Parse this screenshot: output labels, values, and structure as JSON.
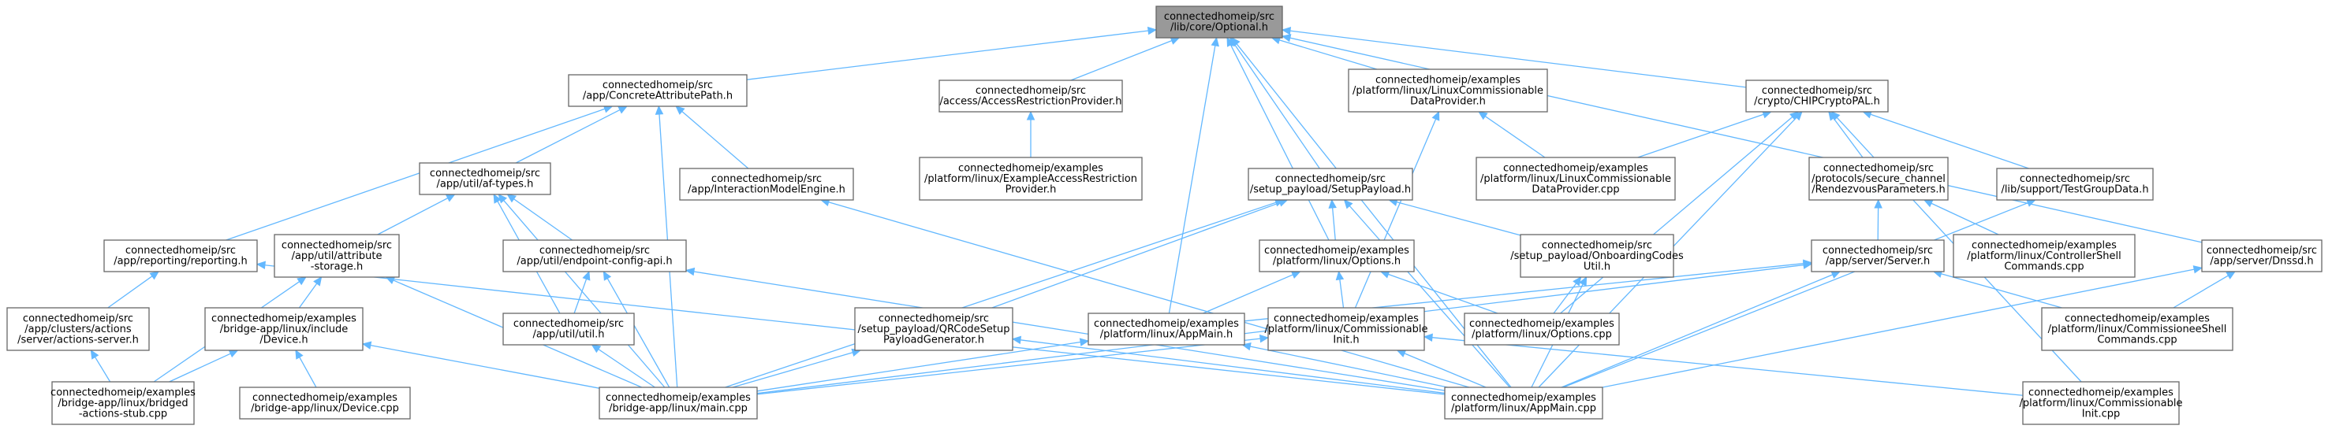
{
  "nodes": [
    {
      "id": "optional",
      "lines": [
        "connectedhomeip/src",
        "/lib/core/Optional.h"
      ],
      "root": true
    },
    {
      "id": "concrete",
      "lines": [
        "connectedhomeip/src",
        "/app/ConcreteAttributePath.h"
      ]
    },
    {
      "id": "accessrp",
      "lines": [
        "connectedhomeip/src",
        "/access/AccessRestrictionProvider.h"
      ]
    },
    {
      "id": "lcdp_h",
      "lines": [
        "connectedhomeip/examples",
        "/platform/linux/LinuxCommissionable",
        "DataProvider.h"
      ]
    },
    {
      "id": "chipcrypto",
      "lines": [
        "connectedhomeip/src",
        "/crypto/CHIPCryptoPAL.h"
      ]
    },
    {
      "id": "aftypes",
      "lines": [
        "connectedhomeip/src",
        "/app/util/af-types.h"
      ]
    },
    {
      "id": "ime",
      "lines": [
        "connectedhomeip/src",
        "/app/InteractionModelEngine.h"
      ]
    },
    {
      "id": "exaccess",
      "lines": [
        "connectedhomeip/examples",
        "/platform/linux/ExampleAccessRestriction",
        "Provider.h"
      ]
    },
    {
      "id": "setuppayload",
      "lines": [
        "connectedhomeip/src",
        "/setup_payload/SetupPayload.h"
      ]
    },
    {
      "id": "lcdp_cpp",
      "lines": [
        "connectedhomeip/examples",
        "/platform/linux/LinuxCommissionable",
        "DataProvider.cpp"
      ]
    },
    {
      "id": "rendezvous",
      "lines": [
        "connectedhomeip/src",
        "/protocols/secure_channel",
        "/RendezvousParameters.h"
      ]
    },
    {
      "id": "testgroup",
      "lines": [
        "connectedhomeip/src",
        "/lib/support/TestGroupData.h"
      ]
    },
    {
      "id": "reporting",
      "lines": [
        "connectedhomeip/src",
        "/app/reporting/reporting.h"
      ]
    },
    {
      "id": "attrstorage",
      "lines": [
        "connectedhomeip/src",
        "/app/util/attribute",
        "-storage.h"
      ]
    },
    {
      "id": "endpointcfg",
      "lines": [
        "connectedhomeip/src",
        "/app/util/endpoint-config-api.h"
      ]
    },
    {
      "id": "options_h",
      "lines": [
        "connectedhomeip/examples",
        "/platform/linux/Options.h"
      ]
    },
    {
      "id": "onboarding",
      "lines": [
        "connectedhomeip/src",
        "/setup_payload/OnboardingCodes",
        "Util.h"
      ]
    },
    {
      "id": "server",
      "lines": [
        "connectedhomeip/src",
        "/app/server/Server.h"
      ]
    },
    {
      "id": "ctrlshell",
      "lines": [
        "connectedhomeip/examples",
        "/platform/linux/ControllerShell",
        "Commands.cpp"
      ]
    },
    {
      "id": "dnssd",
      "lines": [
        "connectedhomeip/src",
        "/app/server/Dnssd.h"
      ]
    },
    {
      "id": "actionsserver",
      "lines": [
        "connectedhomeip/src",
        "/app/clusters/actions",
        "/server/actions-server.h"
      ]
    },
    {
      "id": "device_h",
      "lines": [
        "connectedhomeip/examples",
        "/bridge-app/linux/include",
        "/Device.h"
      ]
    },
    {
      "id": "util_h",
      "lines": [
        "connectedhomeip/src",
        "/app/util/util.h"
      ]
    },
    {
      "id": "qrcode",
      "lines": [
        "connectedhomeip/src",
        "/setup_payload/QRCodeSetup",
        "PayloadGenerator.h"
      ]
    },
    {
      "id": "appmain_h",
      "lines": [
        "connectedhomeip/examples",
        "/platform/linux/AppMain.h"
      ]
    },
    {
      "id": "commissionable_h",
      "lines": [
        "connectedhomeip/examples",
        "/platform/linux/Commissionable",
        "Init.h"
      ]
    },
    {
      "id": "options_cpp",
      "lines": [
        "connectedhomeip/examples",
        "/platform/linux/Options.cpp"
      ]
    },
    {
      "id": "commissionee",
      "lines": [
        "connectedhomeip/examples",
        "/platform/linux/CommissioneeShell",
        "Commands.cpp"
      ]
    },
    {
      "id": "bridged_stub",
      "lines": [
        "connectedhomeip/examples",
        "/bridge-app/linux/bridged",
        "-actions-stub.cpp"
      ]
    },
    {
      "id": "device_cpp",
      "lines": [
        "connectedhomeip/examples",
        "/bridge-app/linux/Device.cpp"
      ]
    },
    {
      "id": "bridge_main",
      "lines": [
        "connectedhomeip/examples",
        "/bridge-app/linux/main.cpp"
      ]
    },
    {
      "id": "appmain_cpp",
      "lines": [
        "connectedhomeip/examples",
        "/platform/linux/AppMain.cpp"
      ]
    },
    {
      "id": "commissionable_cpp",
      "lines": [
        "connectedhomeip/examples",
        "/platform/linux/Commissionable",
        "Init.cpp"
      ]
    }
  ],
  "edges": [
    [
      "concrete",
      "optional"
    ],
    [
      "accessrp",
      "optional"
    ],
    [
      "lcdp_h",
      "optional"
    ],
    [
      "chipcrypto",
      "optional"
    ],
    [
      "setuppayload",
      "optional"
    ],
    [
      "appmain_h",
      "optional"
    ],
    [
      "options_h",
      "optional"
    ],
    [
      "appmain_cpp",
      "optional"
    ],
    [
      "dnssd",
      "optional"
    ],
    [
      "aftypes",
      "concrete"
    ],
    [
      "ime",
      "concrete"
    ],
    [
      "reporting",
      "concrete"
    ],
    [
      "bridge_main",
      "concrete"
    ],
    [
      "exaccess",
      "accessrp"
    ],
    [
      "lcdp_cpp",
      "lcdp_h"
    ],
    [
      "commissionable_h",
      "lcdp_h"
    ],
    [
      "lcdp_cpp",
      "chipcrypto"
    ],
    [
      "rendezvous",
      "chipcrypto"
    ],
    [
      "testgroup",
      "chipcrypto"
    ],
    [
      "options_cpp",
      "chipcrypto"
    ],
    [
      "appmain_cpp",
      "chipcrypto"
    ],
    [
      "commissionable_cpp",
      "chipcrypto"
    ],
    [
      "attrstorage",
      "aftypes"
    ],
    [
      "endpointcfg",
      "aftypes"
    ],
    [
      "util_h",
      "aftypes"
    ],
    [
      "bridge_main",
      "aftypes"
    ],
    [
      "appmain_cpp",
      "ime"
    ],
    [
      "bridge_main",
      "setuppayload"
    ],
    [
      "options_h",
      "setuppayload"
    ],
    [
      "onboarding",
      "setuppayload"
    ],
    [
      "qrcode",
      "setuppayload"
    ],
    [
      "appmain_cpp",
      "setuppayload"
    ],
    [
      "server",
      "rendezvous"
    ],
    [
      "ctrlshell",
      "rendezvous"
    ],
    [
      "appmain_cpp",
      "testgroup"
    ],
    [
      "actionsserver",
      "reporting"
    ],
    [
      "appmain_cpp",
      "reporting"
    ],
    [
      "device_h",
      "attrstorage"
    ],
    [
      "bridged_stub",
      "attrstorage"
    ],
    [
      "bridge_main",
      "attrstorage"
    ],
    [
      "util_h",
      "endpointcfg"
    ],
    [
      "bridge_main",
      "endpointcfg"
    ],
    [
      "appmain_cpp",
      "endpointcfg"
    ],
    [
      "appmain_h",
      "options_h"
    ],
    [
      "commissionable_h",
      "options_h"
    ],
    [
      "options_cpp",
      "options_h"
    ],
    [
      "options_cpp",
      "onboarding"
    ],
    [
      "appmain_cpp",
      "onboarding"
    ],
    [
      "appmain_h",
      "server"
    ],
    [
      "bridge_main",
      "server"
    ],
    [
      "appmain_cpp",
      "server"
    ],
    [
      "commissionee",
      "server"
    ],
    [
      "commissionee",
      "dnssd"
    ],
    [
      "appmain_cpp",
      "dnssd"
    ],
    [
      "bridged_stub",
      "actionsserver"
    ],
    [
      "device_cpp",
      "device_h"
    ],
    [
      "bridged_stub",
      "device_h"
    ],
    [
      "bridge_main",
      "device_h"
    ],
    [
      "bridge_main",
      "util_h"
    ],
    [
      "bridge_main",
      "qrcode"
    ],
    [
      "appmain_cpp",
      "qrcode"
    ],
    [
      "bridge_main",
      "appmain_h"
    ],
    [
      "appmain_cpp",
      "appmain_h"
    ],
    [
      "bridge_main",
      "commissionable_h"
    ],
    [
      "appmain_cpp",
      "commissionable_h"
    ],
    [
      "commissionable_cpp",
      "commissionable_h"
    ]
  ],
  "colors": {
    "edge": "#63b8ff",
    "node_border": "#666666",
    "node_fill": "#ffffff",
    "root_fill": "#999999",
    "text": "#000000"
  }
}
